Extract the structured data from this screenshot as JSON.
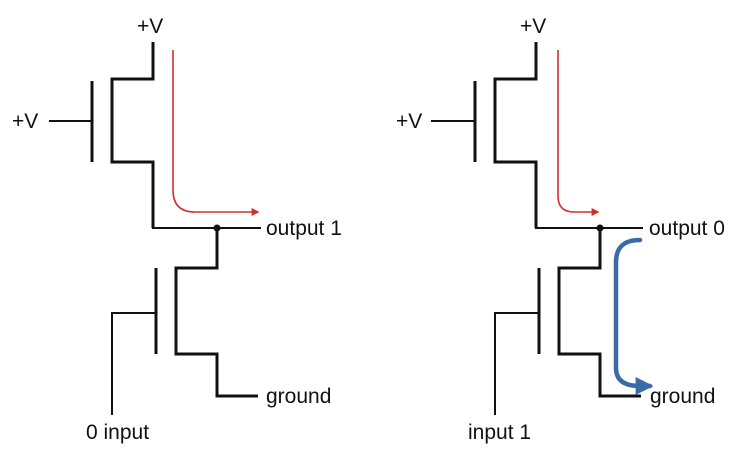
{
  "colors": {
    "wire": "#111111",
    "weak_current": "#d0302c",
    "strong_current": "#3a6aa8",
    "background": "#ffffff"
  },
  "circuits": [
    {
      "top_supply": "+V",
      "gate_supply": "+V",
      "output": "output 1",
      "ground": "ground",
      "input": "0 input"
    },
    {
      "top_supply": "+V",
      "gate_supply": "+V",
      "output": "output 0",
      "ground": "ground",
      "input": "input 1"
    }
  ]
}
